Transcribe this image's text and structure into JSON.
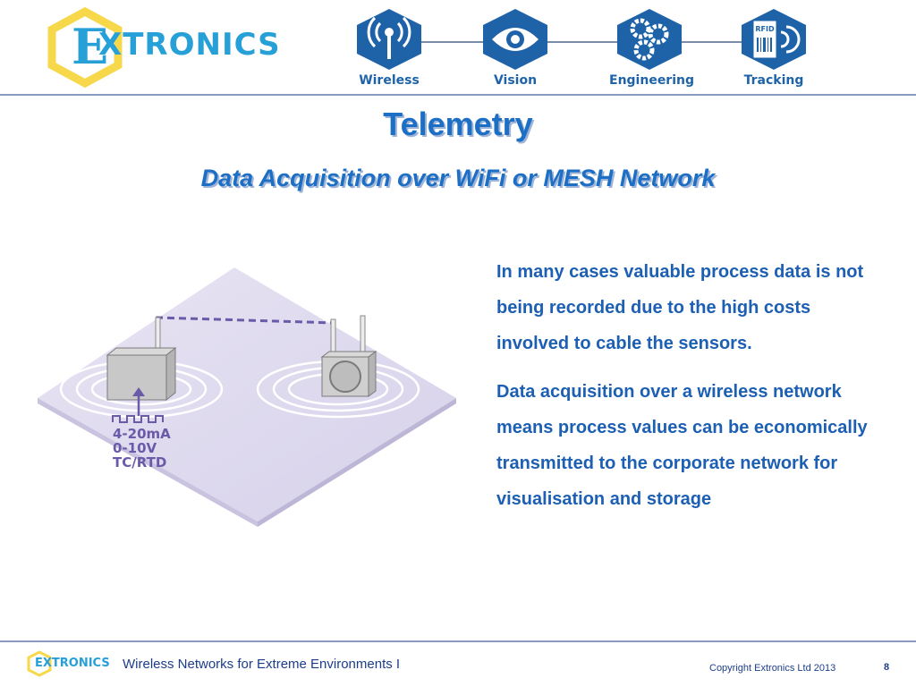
{
  "brand": {
    "logo_text": "XTRONICS",
    "logo_initial": "E",
    "colors": {
      "accent": "#27a0d8",
      "hex_yellow": "#f6d84a",
      "nav_blue": "#1e63a8",
      "title_blue": "#1c6fc4"
    }
  },
  "nav": {
    "items": [
      {
        "label": "Wireless",
        "icon": "wireless-tower-icon"
      },
      {
        "label": "Vision",
        "icon": "eye-icon"
      },
      {
        "label": "Engineering",
        "icon": "gears-icon"
      },
      {
        "label": "Tracking",
        "icon": "rfid-icon"
      }
    ],
    "rfid_badge": "RFID"
  },
  "slide": {
    "title": "Telemetry",
    "subtitle": "Data Acquisition over WiFi or MESH Network",
    "diagram": {
      "signal_label_1": "4-20mA",
      "signal_label_2": "0-10V",
      "signal_label_3": "TC/RTD"
    },
    "paragraphs": [
      "In many cases valuable process data is not being recorded due to the high costs involved to cable the sensors.",
      "Data acquisition over a wireless network means process values can be economically transmitted to the corporate network for visualisation and storage"
    ]
  },
  "footer": {
    "logo_text": "EXTRONICS",
    "title": "Wireless Networks for Extreme Environments I",
    "copyright": "Copyright Extronics Ltd 2013",
    "page_number": "8"
  }
}
